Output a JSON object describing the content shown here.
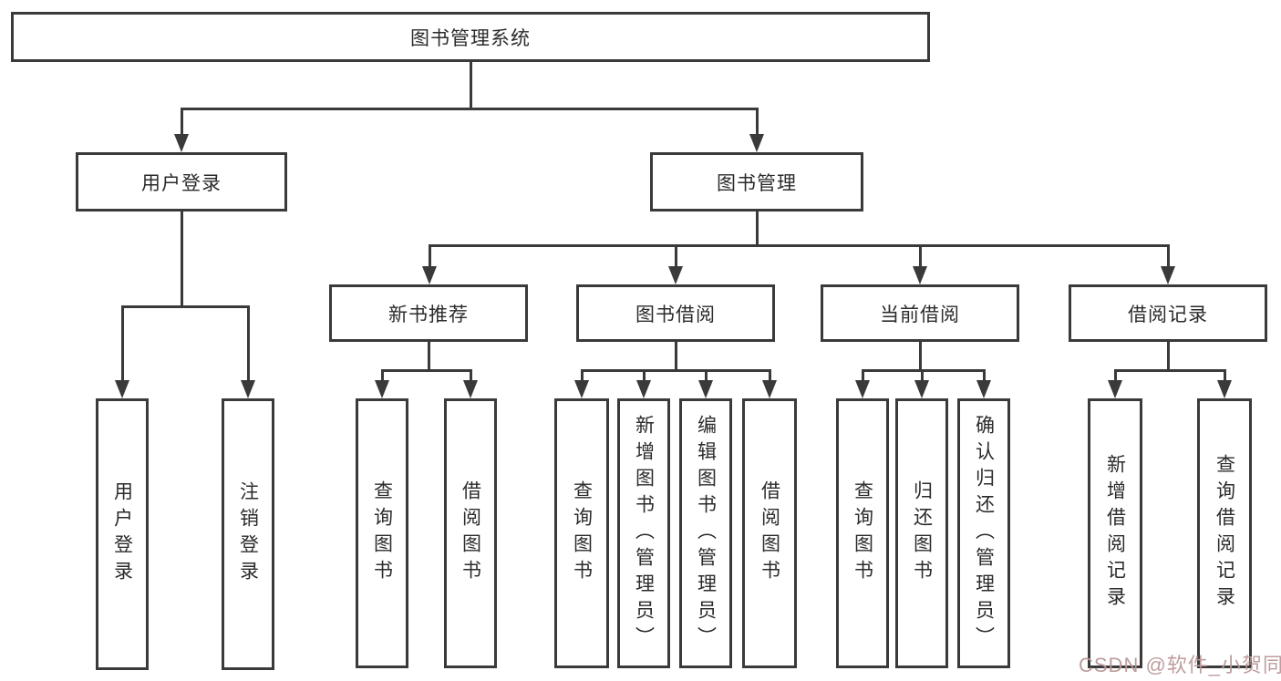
{
  "title": "图书管理系统",
  "tree": {
    "root": {
      "label": "图书管理系统"
    },
    "branches": [
      {
        "label": "用户登录",
        "children": [
          {
            "label": "用户登录"
          },
          {
            "label": "注销登录"
          }
        ]
      },
      {
        "label": "图书管理",
        "children": [
          {
            "label": "新书推荐",
            "children": [
              {
                "label": "查询图书"
              },
              {
                "label": "借阅图书"
              }
            ]
          },
          {
            "label": "图书借阅",
            "children": [
              {
                "label": "查询图书"
              },
              {
                "label": "新增图书（管理员）"
              },
              {
                "label": "编辑图书（管理员）"
              },
              {
                "label": "借阅图书"
              }
            ]
          },
          {
            "label": "当前借阅",
            "children": [
              {
                "label": "查询图书"
              },
              {
                "label": "归还图书"
              },
              {
                "label": "确认归还（管理员）"
              }
            ]
          },
          {
            "label": "借阅记录",
            "children": [
              {
                "label": "新增借阅记录"
              },
              {
                "label": "查询借阅记录"
              }
            ]
          }
        ]
      }
    ]
  },
  "watermark": {
    "text": "CSDN @软件_小贺同学"
  },
  "colors": {
    "line": "#3a3a3a",
    "text": "#2b2b2b",
    "box_fill": "#ffffff",
    "background": "#ffffff",
    "watermark": "#ba9898"
  }
}
